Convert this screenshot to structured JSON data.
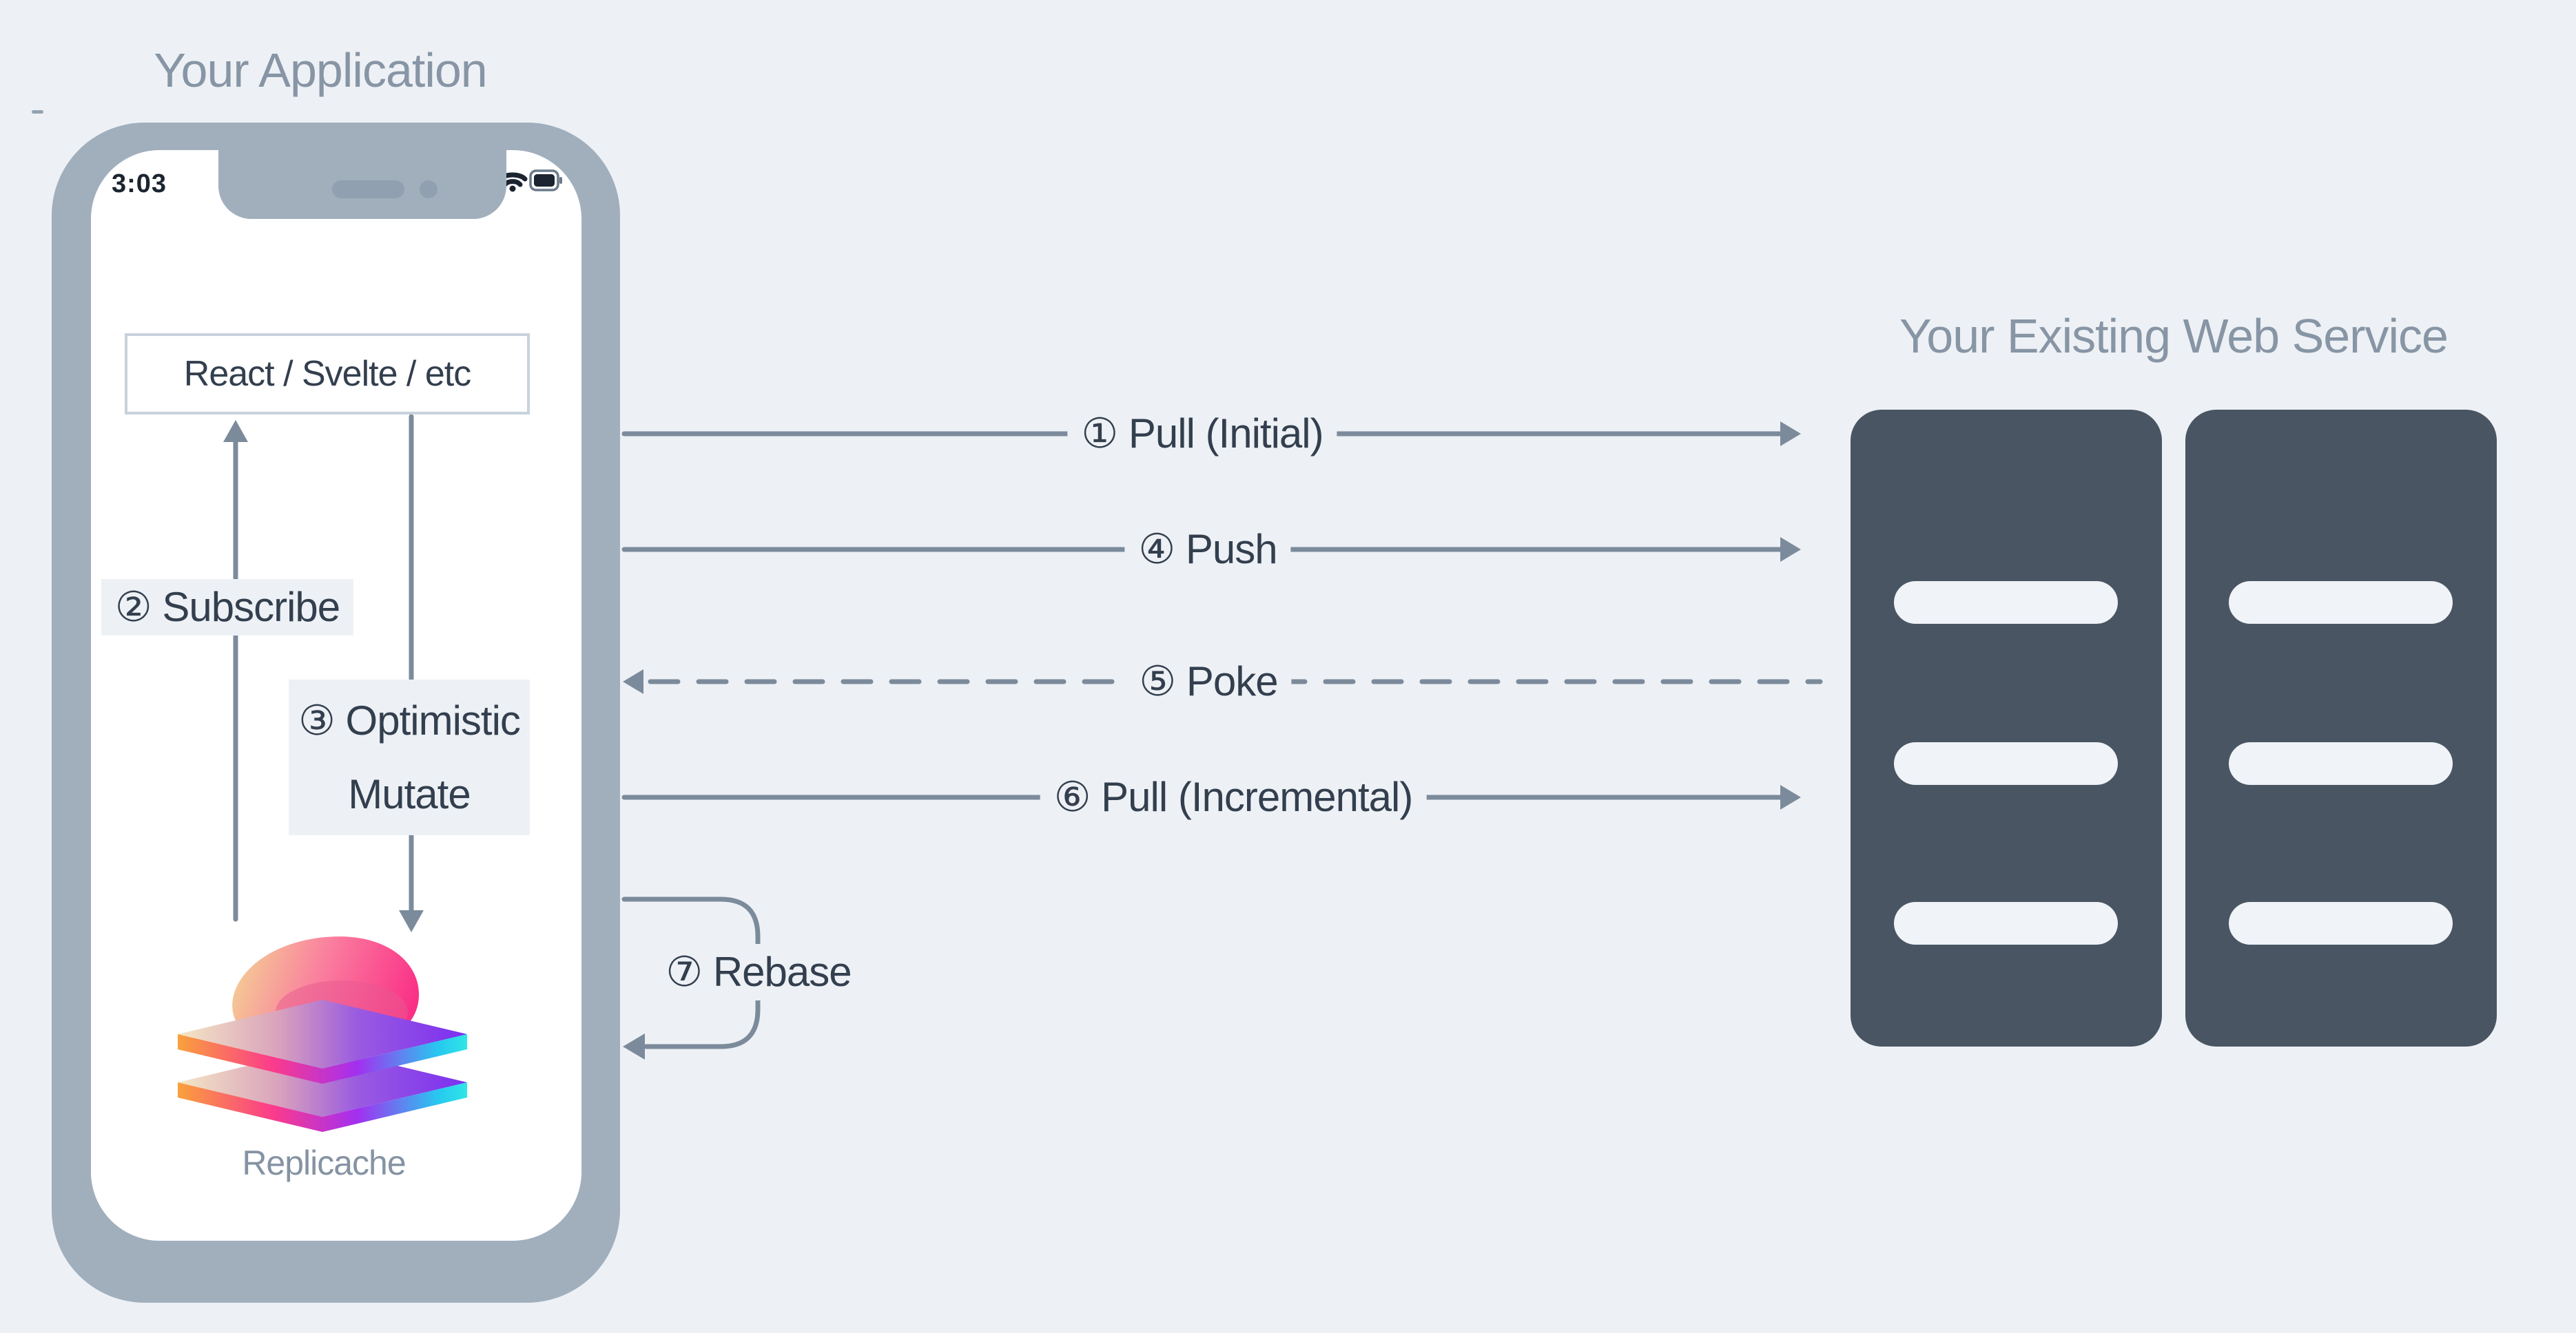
{
  "colors": {
    "background": "#edf1f5",
    "phone_bezel": "#a1afbd",
    "arrow": "#7c8b9b",
    "dark_text": "#333f4e",
    "muted_title": "#8795a5",
    "server_fill": "#495563",
    "framework_box_border": "#c8d2dc"
  },
  "application": {
    "title": "Your Application",
    "phone": {
      "status_time": "3:03",
      "status_icons": [
        "signal-icon",
        "wifi-icon",
        "battery-icon"
      ]
    },
    "framework_box": {
      "label": "React / Svelte / etc"
    },
    "replicache": {
      "label": "Replicache",
      "logo": "replicache-layers-logo"
    }
  },
  "web_service": {
    "title": "Your Existing Web Service",
    "towers": 2,
    "slats_per_tower": 3
  },
  "flows": [
    {
      "id": "pull-initial",
      "label": "① Pull (Initial)",
      "style": "solid",
      "direction": "app-to-server"
    },
    {
      "id": "subscribe",
      "label": "② Subscribe",
      "style": "solid",
      "direction": "replicache-to-ui"
    },
    {
      "id": "optimistic-mutate",
      "label": "③ Optimistic",
      "label_line2": "Mutate",
      "style": "solid",
      "direction": "ui-to-replicache"
    },
    {
      "id": "push",
      "label": "④ Push",
      "style": "solid",
      "direction": "app-to-server"
    },
    {
      "id": "poke",
      "label": "⑤ Poke",
      "style": "dashed",
      "direction": "server-to-app"
    },
    {
      "id": "pull-incremental",
      "label": "⑥ Pull (Incremental)",
      "style": "solid",
      "direction": "app-to-server"
    },
    {
      "id": "rebase",
      "label": "⑦ Rebase",
      "style": "loop",
      "direction": "app-internal"
    }
  ]
}
